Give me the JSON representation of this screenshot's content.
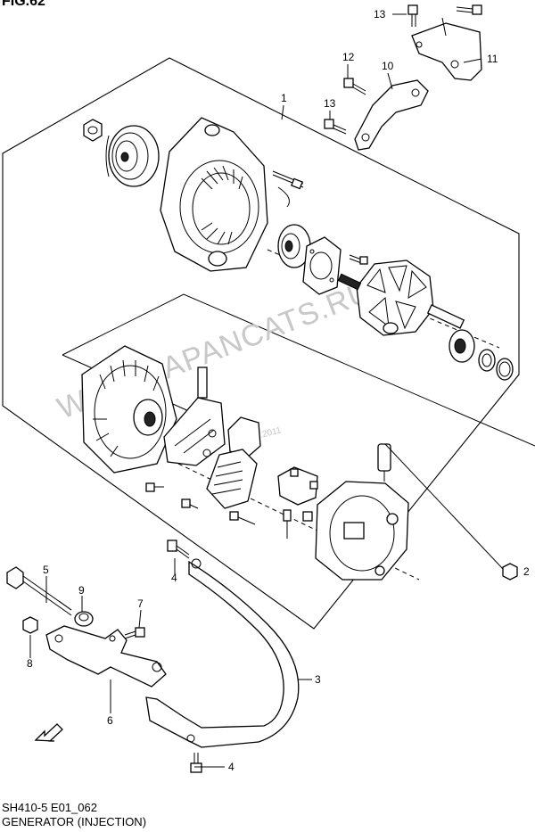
{
  "figure": {
    "title": "FIG.62",
    "code": "SH410-5 E01_062",
    "name": "GENERATOR (INJECTION)"
  },
  "watermark": {
    "site": "WWW.JAPANCATS.RU",
    "date": "03.12.2011"
  },
  "callouts": {
    "c1": "1",
    "c2": "2",
    "c3": "3",
    "c4a": "4",
    "c4b": "4",
    "c5": "5",
    "c6": "6",
    "c7": "7",
    "c8": "8",
    "c9": "9",
    "c10": "10",
    "c11": "11",
    "c12": "12",
    "c13a": "13",
    "c13b": "13"
  },
  "icons": {
    "forward_arrow": "fwd-arrow-icon"
  }
}
